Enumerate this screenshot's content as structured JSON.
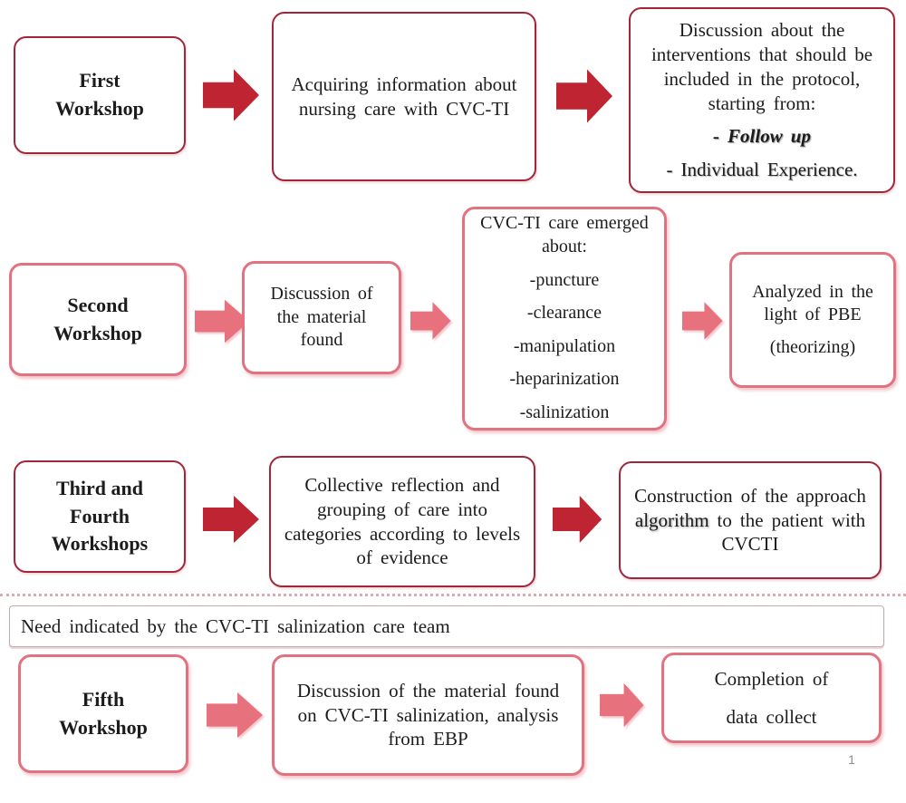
{
  "colors": {
    "dark_border": "#a32638",
    "dark_arrow": "#bf2433",
    "pink_border": "#e0737f",
    "pink_arrow": "#e8717e",
    "banner_border": "#c2abae",
    "text": "#1c1c1c",
    "page_number_gray": "#8c8c8c"
  },
  "rows": [
    {
      "name": "first-workshop",
      "theme": "dark",
      "label_lines": [
        "First",
        "Workshop"
      ],
      "boxes": [
        {
          "text": "Acquiring information about nursing care with CVC-TI"
        },
        {
          "paragraphs": [
            "Discussion about the interventions that should be included in the protocol, starting from:",
            "- Follow up",
            "- Individual Experience."
          ]
        }
      ]
    },
    {
      "name": "second-workshop",
      "theme": "pink",
      "label_lines": [
        "Second",
        "Workshop"
      ],
      "boxes": [
        {
          "text": "Discussion of the material found"
        },
        {
          "title": "CVC-TI care emerged about:",
          "items": [
            "-puncture",
            "-clearance",
            "-manipulation",
            "-heparinization",
            "-salinization"
          ]
        },
        {
          "paragraphs": [
            "Analyzed in the light of PBE",
            "(theorizing)"
          ]
        }
      ]
    },
    {
      "name": "third-and-fourth-workshops",
      "theme": "dark",
      "label_lines": [
        "Third and",
        "Fourth",
        "Workshops"
      ],
      "boxes": [
        {
          "text": "Collective reflection and grouping of care into categories according to levels of evidence"
        },
        {
          "parts": [
            "Construction of the approach ",
            "algorithm",
            " to the patient with CVCTI"
          ]
        }
      ]
    },
    {
      "name": "fifth-workshop",
      "theme": "pink",
      "label_lines": [
        "Fifth",
        "Workshop"
      ],
      "boxes": [
        {
          "text": "Discussion of the material found on CVC-TI salinization, analysis from EBP"
        },
        {
          "lines": [
            "Completion of",
            "data collect"
          ]
        }
      ]
    }
  ],
  "banner": {
    "text": "Need indicated by the CVC-TI salinization care team"
  },
  "page_number": "1"
}
